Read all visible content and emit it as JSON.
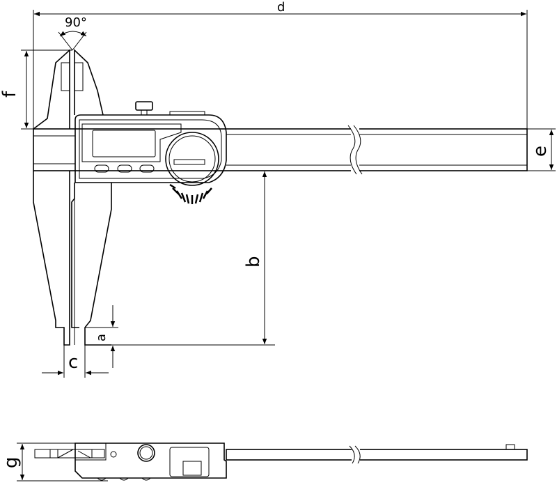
{
  "title": "Digital caliper dimension drawing",
  "labels": {
    "d": "d",
    "angle": "90°",
    "f": "f",
    "e": "e",
    "b": "b",
    "a": "a",
    "c": "c",
    "g": "g"
  }
}
